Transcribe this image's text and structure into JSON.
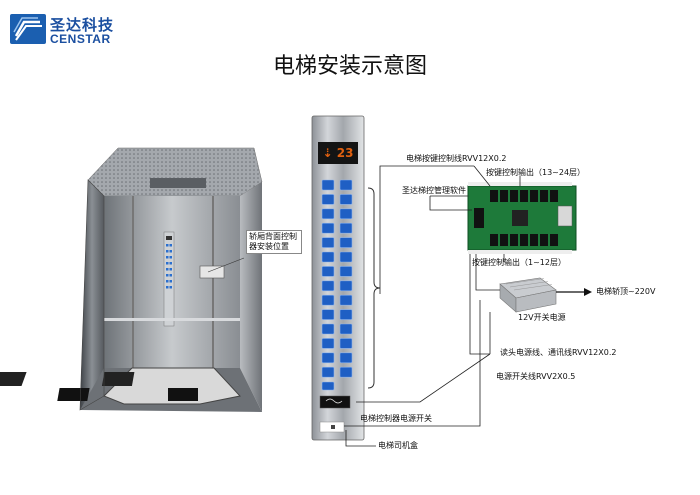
{
  "logo": {
    "cn": "圣达科技",
    "en": "CENSTAR"
  },
  "title": "电梯安装示意图",
  "panel_display": {
    "floor": "23"
  },
  "labels": {
    "car_panel_location": "轿厢背面控制器安装位置",
    "button_cable": "电梯按键控制线RVV12X0.2",
    "output_upper": "按键控制输出（13~24层）",
    "software": "圣达梯控管理软件",
    "output_lower": "按键控制输出（1~12层）",
    "psu_target": "电梯轿顶~220V",
    "psu": "12V开关电源",
    "reader_cable": "读头电源线、通讯线RVV12X0.2",
    "power_cable": "电源开关线RVV2X0.5",
    "power_switch": "电梯控制器电源开关",
    "driver_box": "电梯司机盒"
  },
  "colors": {
    "brand": "#1b5fb0",
    "board": "#1e7a3a",
    "button": "#2a6fcf",
    "display": "#e06010"
  }
}
